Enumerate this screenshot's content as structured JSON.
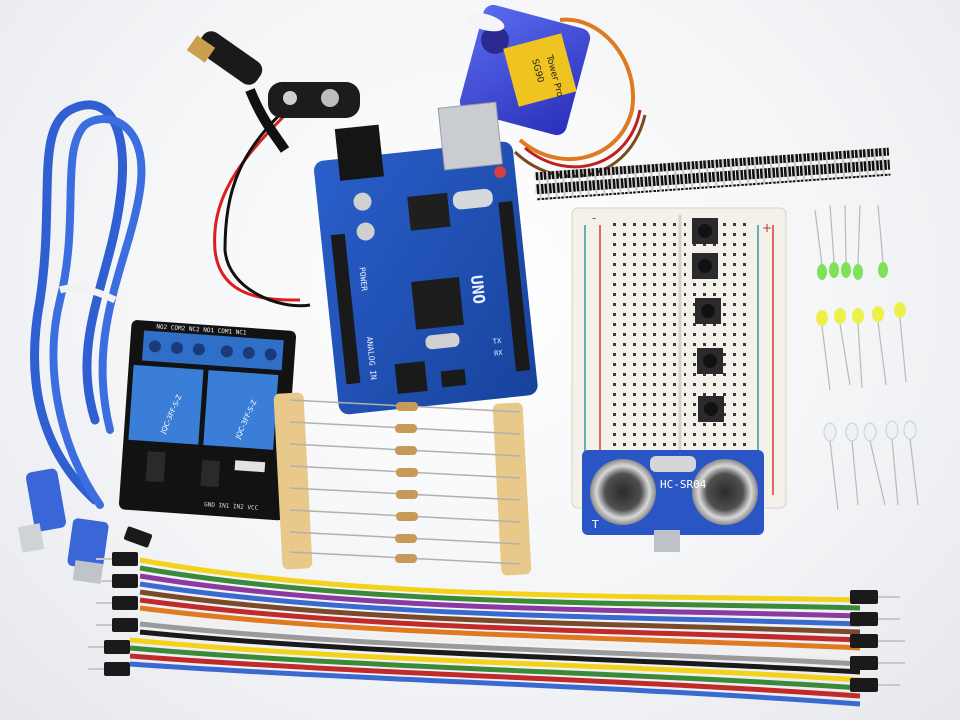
{
  "board": {
    "uno_label": "UNO",
    "power_label": "POWER",
    "analog_label": "ANALOG IN",
    "tx_label": "TX",
    "rx_label": "RX"
  },
  "servo": {
    "brand_label": "Tower Pro",
    "model_label": "SG90"
  },
  "relay": {
    "top_pins": "NO2 COM2 NC2  NO1 COM1 NC1",
    "relay_label_1": "JQC-3FF-S-Z",
    "relay_label_2": "JQC-3FF-S-Z",
    "bottom_pins": "GND IN1 IN2 VCC"
  },
  "sensor": {
    "model_label": "HC-SR04",
    "t_label": "T"
  },
  "breadboard": {
    "minus_label": "-",
    "plus_label": "+"
  },
  "colors": {
    "pcb": "#1f4fb4",
    "usb_cable": "#2f5fd0",
    "relay_blue": "#2f6fc8",
    "led_green": "#7fe05a",
    "led_yellow": "#eef04a",
    "led_white": "#eef2f6"
  },
  "icons": {
    "jumper": "jumper-wire-icon",
    "resistor": "resistor-icon",
    "led": "led-icon"
  }
}
